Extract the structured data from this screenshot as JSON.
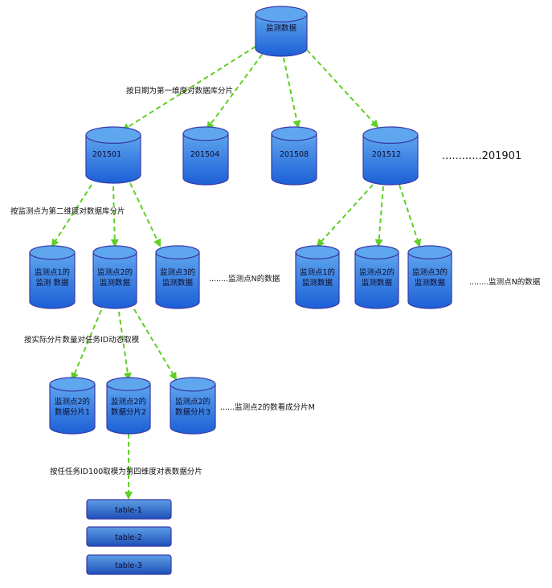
{
  "colors": {
    "cylinder_light": "#5ea6ee",
    "cylinder_dark": "#1c5fd6",
    "cylinder_stroke": "#3a3aa8",
    "arrow": "#5fcf25",
    "table_light": "#5c9ee6",
    "table_dark": "#1e4fb8"
  },
  "root": {
    "label": "监测数据"
  },
  "edges": {
    "by_date": "按日期为第一维度对数据库分片",
    "by_point": "按监测点为第二维度对数据库分片",
    "by_task": "按实际分片数量对任务ID动态取模",
    "by_task100": "按任任务ID100取模为第四维度对表数据分片"
  },
  "months": [
    "201501",
    "201504",
    "201508",
    "201512"
  ],
  "months_more": "............201901",
  "points_left": [
    [
      "监测点1的",
      "监测 数据"
    ],
    [
      "监测点2的",
      "监测数据"
    ],
    [
      "监测点3的",
      "监测数据"
    ]
  ],
  "points_left_more": "........监测点N的数据",
  "points_right": [
    [
      "监测点1的",
      "监测数据"
    ],
    [
      "监测点2的",
      "监测数据"
    ],
    [
      "监测点3的",
      "监测数据"
    ]
  ],
  "points_right_more": "........监测点N的数据",
  "shards": [
    [
      "监测点2的",
      "数据分片1"
    ],
    [
      "监测点2的",
      "数据分片2"
    ],
    [
      "监测点2的",
      "数据分片3"
    ]
  ],
  "shards_more": "......监测点2的数看成分片M",
  "tables": [
    "table-1",
    "table-2",
    "table-3"
  ]
}
